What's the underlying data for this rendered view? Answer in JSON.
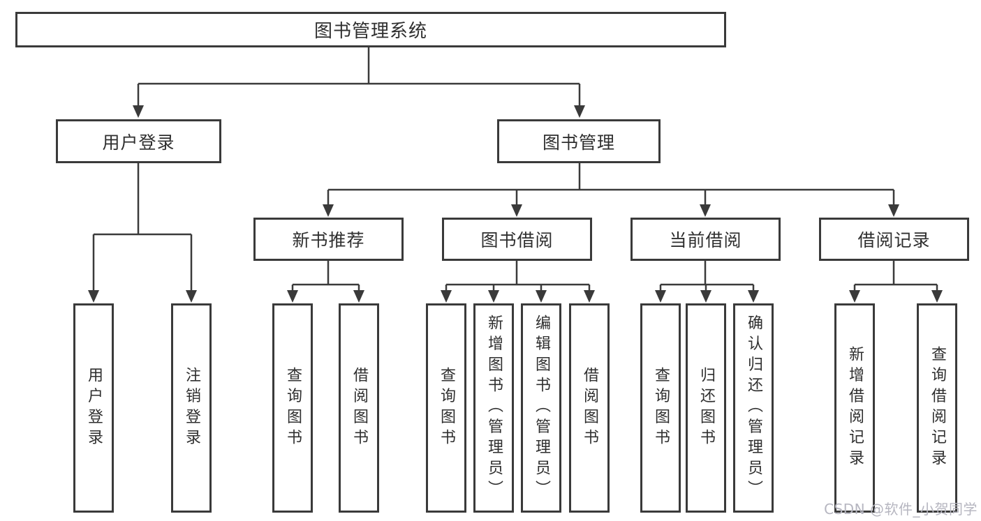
{
  "tree": {
    "root": {
      "label": "图书管理系统",
      "children": [
        {
          "label": "用户登录",
          "children": [
            {
              "label": "用户登录"
            },
            {
              "label": "注销登录"
            }
          ]
        },
        {
          "label": "图书管理",
          "children": [
            {
              "label": "新书推荐",
              "children": [
                {
                  "label": "查询图书"
                },
                {
                  "label": "借阅图书"
                }
              ]
            },
            {
              "label": "图书借阅",
              "children": [
                {
                  "label": "查询图书"
                },
                {
                  "label": "新增图书（管理员）"
                },
                {
                  "label": "编辑图书（管理员）"
                },
                {
                  "label": "借阅图书"
                }
              ]
            },
            {
              "label": "当前借阅",
              "children": [
                {
                  "label": "查询图书"
                },
                {
                  "label": "归还图书"
                },
                {
                  "label": "确认归还（管理员）"
                }
              ]
            },
            {
              "label": "借阅记录",
              "children": [
                {
                  "label": "新增借阅记录"
                },
                {
                  "label": "查询借阅记录"
                }
              ]
            }
          ]
        }
      ]
    }
  },
  "watermark": {
    "text": "CSDN @软件_小贺同学"
  },
  "colors": {
    "line": "#3a3a3a",
    "text": "#2f2f2f",
    "background": "#ffffff",
    "watermark": "#b6b6c0"
  }
}
